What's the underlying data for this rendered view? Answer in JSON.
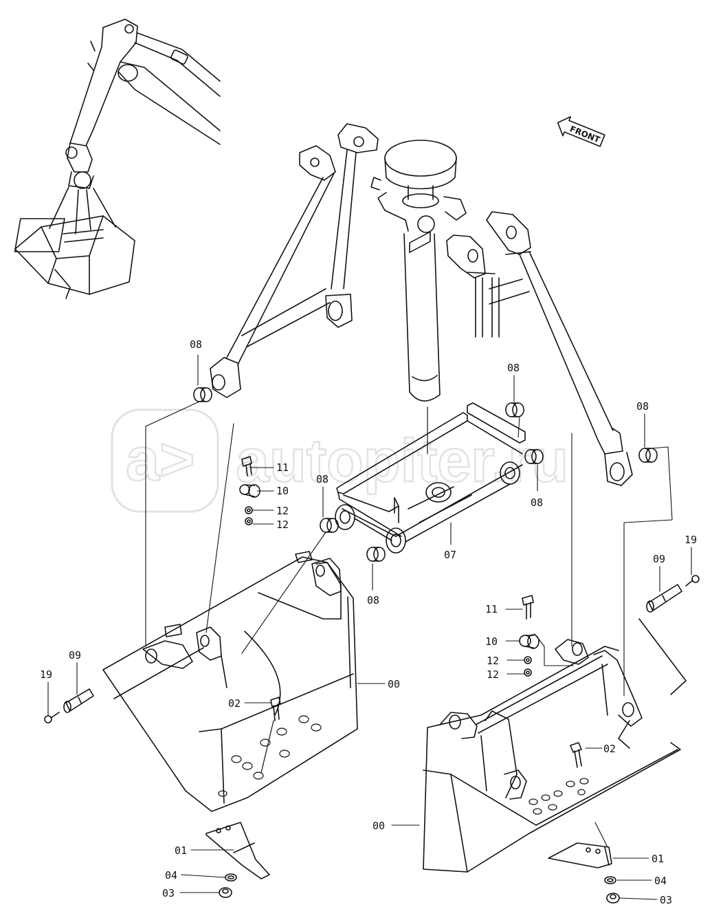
{
  "watermark": {
    "text": "autopiter.ru",
    "logo": "a>"
  },
  "direction_marker": {
    "label": "FRONT",
    "icon": "arrow-left-icon"
  },
  "callouts": [
    {
      "id": "08a",
      "text": "08"
    },
    {
      "id": "08b",
      "text": "08"
    },
    {
      "id": "08c",
      "text": "08"
    },
    {
      "id": "08d",
      "text": "08"
    },
    {
      "id": "08e",
      "text": "08"
    },
    {
      "id": "08f",
      "text": "08"
    },
    {
      "id": "11a",
      "text": "11"
    },
    {
      "id": "10a",
      "text": "10"
    },
    {
      "id": "12a",
      "text": "12"
    },
    {
      "id": "12b",
      "text": "12"
    },
    {
      "id": "07",
      "text": "07"
    },
    {
      "id": "19a",
      "text": "19"
    },
    {
      "id": "09a",
      "text": "09"
    },
    {
      "id": "19b",
      "text": "19"
    },
    {
      "id": "09b",
      "text": "09"
    },
    {
      "id": "11b",
      "text": "11"
    },
    {
      "id": "10b",
      "text": "10"
    },
    {
      "id": "12c",
      "text": "12"
    },
    {
      "id": "12d",
      "text": "12"
    },
    {
      "id": "00a",
      "text": "00"
    },
    {
      "id": "02a",
      "text": "02"
    },
    {
      "id": "02b",
      "text": "02"
    },
    {
      "id": "00b",
      "text": "00"
    },
    {
      "id": "01a",
      "text": "01"
    },
    {
      "id": "04a",
      "text": "04"
    },
    {
      "id": "03a",
      "text": "03"
    },
    {
      "id": "01b",
      "text": "01"
    },
    {
      "id": "04b",
      "text": "04"
    },
    {
      "id": "03b",
      "text": "03"
    }
  ]
}
